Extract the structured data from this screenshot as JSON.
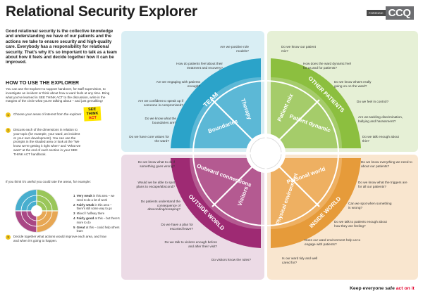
{
  "title": "Relational Security Explorer",
  "logo": {
    "line1": "FORENSIC",
    "line2": "",
    "ccq": "CCQ"
  },
  "intro": "Good relational security is the collective knowledge and understanding we have of our patients and the actions we take to ensure security and high-quality care. Everybody has a responsibility for relational security. That's why it's so important to talk as a team about how it feels and decide together how it can be improved.",
  "howto": {
    "heading": "HOW TO USE THE EXPLORER",
    "para": "You can use the Explorer to support handover, for staff supervision, to investigate an incident or think about how a ward feels at any time. Bring what you've learned in SEE THINK ACT to the discussion, write in the margins of the circle what you're talking about – and just get talking!",
    "step1": "Choose your areas of interest from the explorer",
    "step2": "Discuss each of the dimensions in relation to your topic (for example, your ward, an incident or your own development). You can use the prompts in the shaded area or look at the \"We know we're getting it right when\" and \"What we want\" at the end of each section in your SEE THINK ACT handbook.",
    "para2": "If you think it's useful you could rate the areas, for example:",
    "step3": "Decide together what actions would improve each area, and how and when it's going to happen."
  },
  "stamp": {
    "see": "SEE",
    "think": "THINK",
    "act": "ACT"
  },
  "scale": [
    {
      "n": "1",
      "label": "Very weak",
      "rest": "in this area – we need to do a lot of work"
    },
    {
      "n": "2",
      "label": "Fairly weak",
      "rest": "in this area – there's still some way to go"
    },
    {
      "n": "3",
      "label": "",
      "rest": "Mixed / halfway there"
    },
    {
      "n": "4",
      "label": "Fairly good",
      "rest": "at this – but there's more to do"
    },
    {
      "n": "5",
      "label": "Great",
      "rest": "at this – could help others learn"
    }
  ],
  "quadrants": {
    "team": {
      "label": "TEAM",
      "inner": [
        "Therapy",
        "Boundaries"
      ],
      "color": "#2ba3c9",
      "bg": "#d9eef4"
    },
    "other_patients": {
      "label": "OTHER PATIENTS",
      "inner": [
        "Patient mix",
        "Patient dynamic"
      ],
      "color": "#8cbf3f",
      "bg": "#e6f0d6"
    },
    "outside_world": {
      "label": "OUTSIDE WORLD",
      "inner": [
        "Outward connections",
        "Visitors"
      ],
      "color": "#9e2a73",
      "bg": "#ecdbe6"
    },
    "inside_world": {
      "label": "INSIDE WORLD",
      "inner": [
        "Personal world",
        "Physical environment"
      ],
      "color": "#e69b3a",
      "bg": "#f9e6cf"
    }
  },
  "questions": {
    "team": [
      "Are we positive role models?",
      "How do patients feel about their treatment and recovery?",
      "Are we engaging with patients enough?",
      "Are we confident to speak up if someone is compromised?",
      "Do we know what the boundaries are?",
      "Do we have core values for the ward?"
    ],
    "other_patients": [
      "Do we know our patient mix?",
      "How does the ward dynamic feel for us and for patients?",
      "Do we know what's really going on on the ward?",
      "Do we feel in control?",
      "Are we tackling discrimination, bullying and harassment?",
      "Do we talk enough about this?"
    ],
    "outside_world": [
      "Do we know what to do if something goes wrong?",
      "Would we be able to spot plans to escape/abscond?",
      "Do patients understand the consequence of absconding/escaping?",
      "Do we have a plan for escorted leave?",
      "Do we talk to visitors enough before and after their visit?",
      "Do visitors know the rules?"
    ],
    "inside_world": [
      "Do we know everything we need to about our patients?",
      "Do we know what the triggers are for all our patients?",
      "Can we spot when something is wrong?",
      "Do we talk to patients enough about how they are feeling?",
      "Does our ward environment help us to engage with patients?",
      "Is our ward tidy and well cared for?"
    ]
  },
  "footer": {
    "text": "Keep everyone safe",
    "accent": "act on it"
  }
}
